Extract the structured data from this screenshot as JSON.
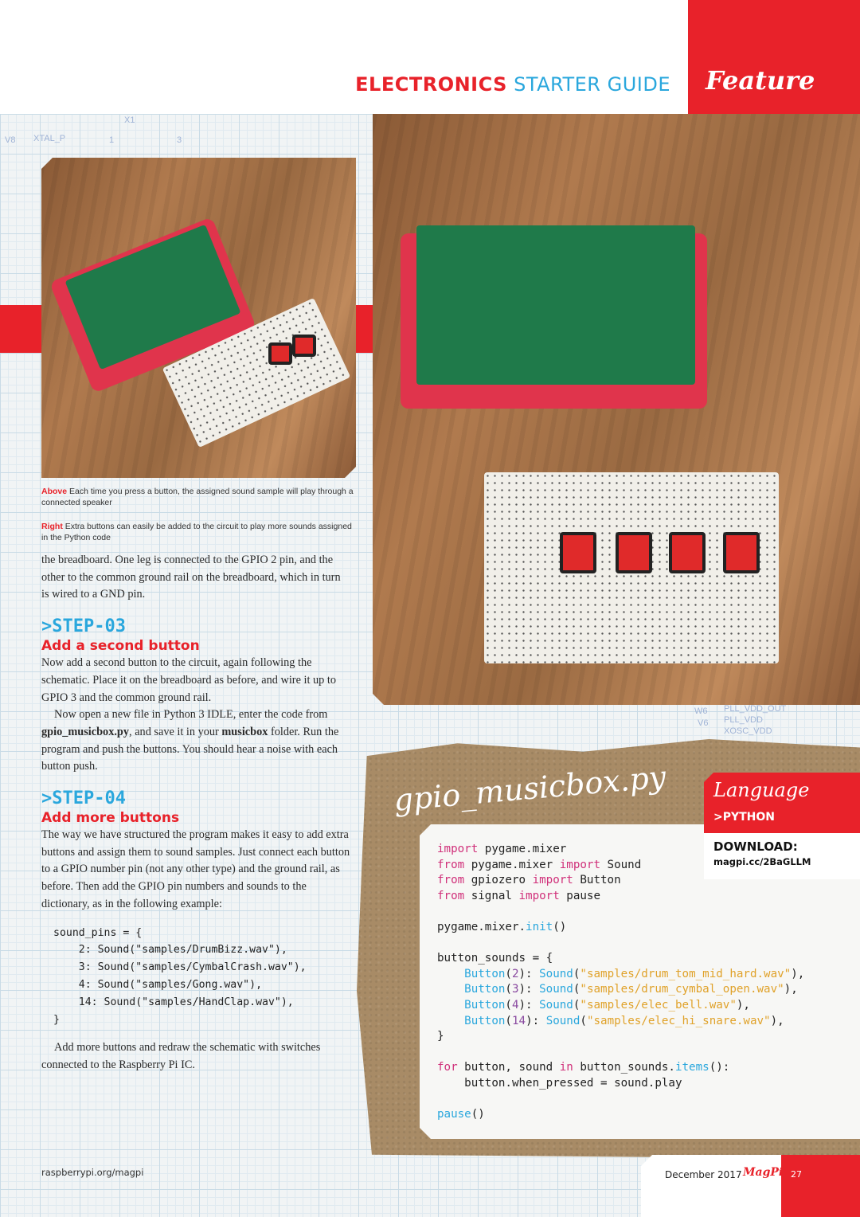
{
  "header": {
    "section_bold": "ELECTRONICS",
    "section_light": "STARTER GUIDE",
    "feature": "Feature"
  },
  "schematic": {
    "left": [
      "V8",
      "XTAL_P",
      "X1",
      "1",
      "3"
    ],
    "right": [
      "W6",
      "V6",
      "PLL_VDD_OUT",
      "PLL_VDD",
      "XOSC_VDD"
    ]
  },
  "captions": [
    {
      "label": "Above",
      "text": " Each time you press a button, the assigned sound sample will play through a connected speaker"
    },
    {
      "label": "Right",
      "text": " Extra buttons can easily be added to the circuit to play more sounds assigned in the Python code"
    }
  ],
  "body": {
    "intro": "the breadboard. One leg is connected to the GPIO 2 pin, and the other to the common ground rail on the breadboard, which in turn is wired to a GND pin.",
    "step3": {
      "heading": ">STEP-03",
      "subheading": "Add a second button",
      "p1": "Now add a second button to the circuit, again following the schematic. Place it on the breadboard as before, and wire it up to GPIO 3 and the common ground rail.",
      "p2a": "Now open a new file in Python 3 IDLE, enter the code from ",
      "p2b": "gpio_musicbox.py",
      "p2c": ", and save it in your ",
      "p2d": "musicbox",
      "p2e": " folder. Run the program and push the buttons. You should hear a noise with each button push."
    },
    "step4": {
      "heading": ">STEP-04",
      "subheading": "Add more buttons",
      "p1": "The way we have structured the program makes it easy to add extra buttons and assign them to sound samples. Just connect each button to a GPIO number pin (not any other type) and the ground rail, as before. Then add the GPIO pin numbers and sounds to the dictionary, as in the following example:",
      "code": [
        "sound_pins = {",
        "    2: Sound(\"samples/DrumBizz.wav\"),",
        "    3: Sound(\"samples/CymbalCrash.wav\"),",
        "    4: Sound(\"samples/Gong.wav\"),",
        "    14: Sound(\"samples/HandClap.wav\"),",
        "}"
      ],
      "p2": "Add more buttons and redraw the schematic with switches connected to the Raspberry Pi IC."
    }
  },
  "listing": {
    "filename": "gpio_musicbox.py",
    "language_label": "Language",
    "language": ">PYTHON",
    "download_label": "DOWNLOAD:",
    "download_url": "magpi.cc/2BaGLLM",
    "lines": [
      [
        [
          "import",
          "kw"
        ],
        [
          " pygame.mixer",
          ""
        ]
      ],
      [
        [
          "from",
          "kw"
        ],
        [
          " pygame.mixer ",
          ""
        ],
        [
          "import",
          "kw"
        ],
        [
          " Sound",
          ""
        ]
      ],
      [
        [
          "from",
          "kw"
        ],
        [
          " gpiozero ",
          ""
        ],
        [
          "import",
          "kw"
        ],
        [
          " Button",
          ""
        ]
      ],
      [
        [
          "from",
          "kw"
        ],
        [
          " signal ",
          ""
        ],
        [
          "import",
          "kw"
        ],
        [
          " pause",
          ""
        ]
      ],
      [],
      [
        [
          "pygame.mixer.",
          ""
        ],
        [
          "init",
          "fn"
        ],
        [
          "()",
          ""
        ]
      ],
      [],
      [
        [
          "button_sounds = {",
          ""
        ]
      ],
      [
        [
          "    ",
          ""
        ],
        [
          "Button",
          "fn"
        ],
        [
          "(",
          ""
        ],
        [
          "2",
          "nu"
        ],
        [
          "): ",
          ""
        ],
        [
          "Sound",
          "fn"
        ],
        [
          "(",
          ""
        ],
        [
          "\"samples/drum_tom_mid_hard.wav\"",
          "st"
        ],
        [
          "),",
          ""
        ]
      ],
      [
        [
          "    ",
          ""
        ],
        [
          "Button",
          "fn"
        ],
        [
          "(",
          ""
        ],
        [
          "3",
          "nu"
        ],
        [
          "): ",
          ""
        ],
        [
          "Sound",
          "fn"
        ],
        [
          "(",
          ""
        ],
        [
          "\"samples/drum_cymbal_open.wav\"",
          "st"
        ],
        [
          "),",
          ""
        ]
      ],
      [
        [
          "    ",
          ""
        ],
        [
          "Button",
          "fn"
        ],
        [
          "(",
          ""
        ],
        [
          "4",
          "nu"
        ],
        [
          "): ",
          ""
        ],
        [
          "Sound",
          "fn"
        ],
        [
          "(",
          ""
        ],
        [
          "\"samples/elec_bell.wav\"",
          "st"
        ],
        [
          "),",
          ""
        ]
      ],
      [
        [
          "    ",
          ""
        ],
        [
          "Button",
          "fn"
        ],
        [
          "(",
          ""
        ],
        [
          "14",
          "nu"
        ],
        [
          "): ",
          ""
        ],
        [
          "Sound",
          "fn"
        ],
        [
          "(",
          ""
        ],
        [
          "\"samples/elec_hi_snare.wav\"",
          "st"
        ],
        [
          "),",
          ""
        ]
      ],
      [
        [
          "}",
          ""
        ]
      ],
      [],
      [
        [
          "for",
          "kw"
        ],
        [
          " button, sound ",
          ""
        ],
        [
          "in",
          "kw"
        ],
        [
          " button_sounds.",
          ""
        ],
        [
          "items",
          "fn"
        ],
        [
          "():",
          ""
        ]
      ],
      [
        [
          "    button.when_pressed = sound.play",
          ""
        ]
      ],
      [],
      [
        [
          "pause",
          "fn"
        ],
        [
          "()",
          ""
        ]
      ]
    ]
  },
  "footer": {
    "url": "raspberrypi.org/magpi",
    "date": "December 2017",
    "logo": "MagPi",
    "page": "27"
  },
  "colors": {
    "accent": "#e8222a",
    "blue": "#2aa7dd",
    "keyword": "#d0307a",
    "string": "#e0a22a"
  }
}
